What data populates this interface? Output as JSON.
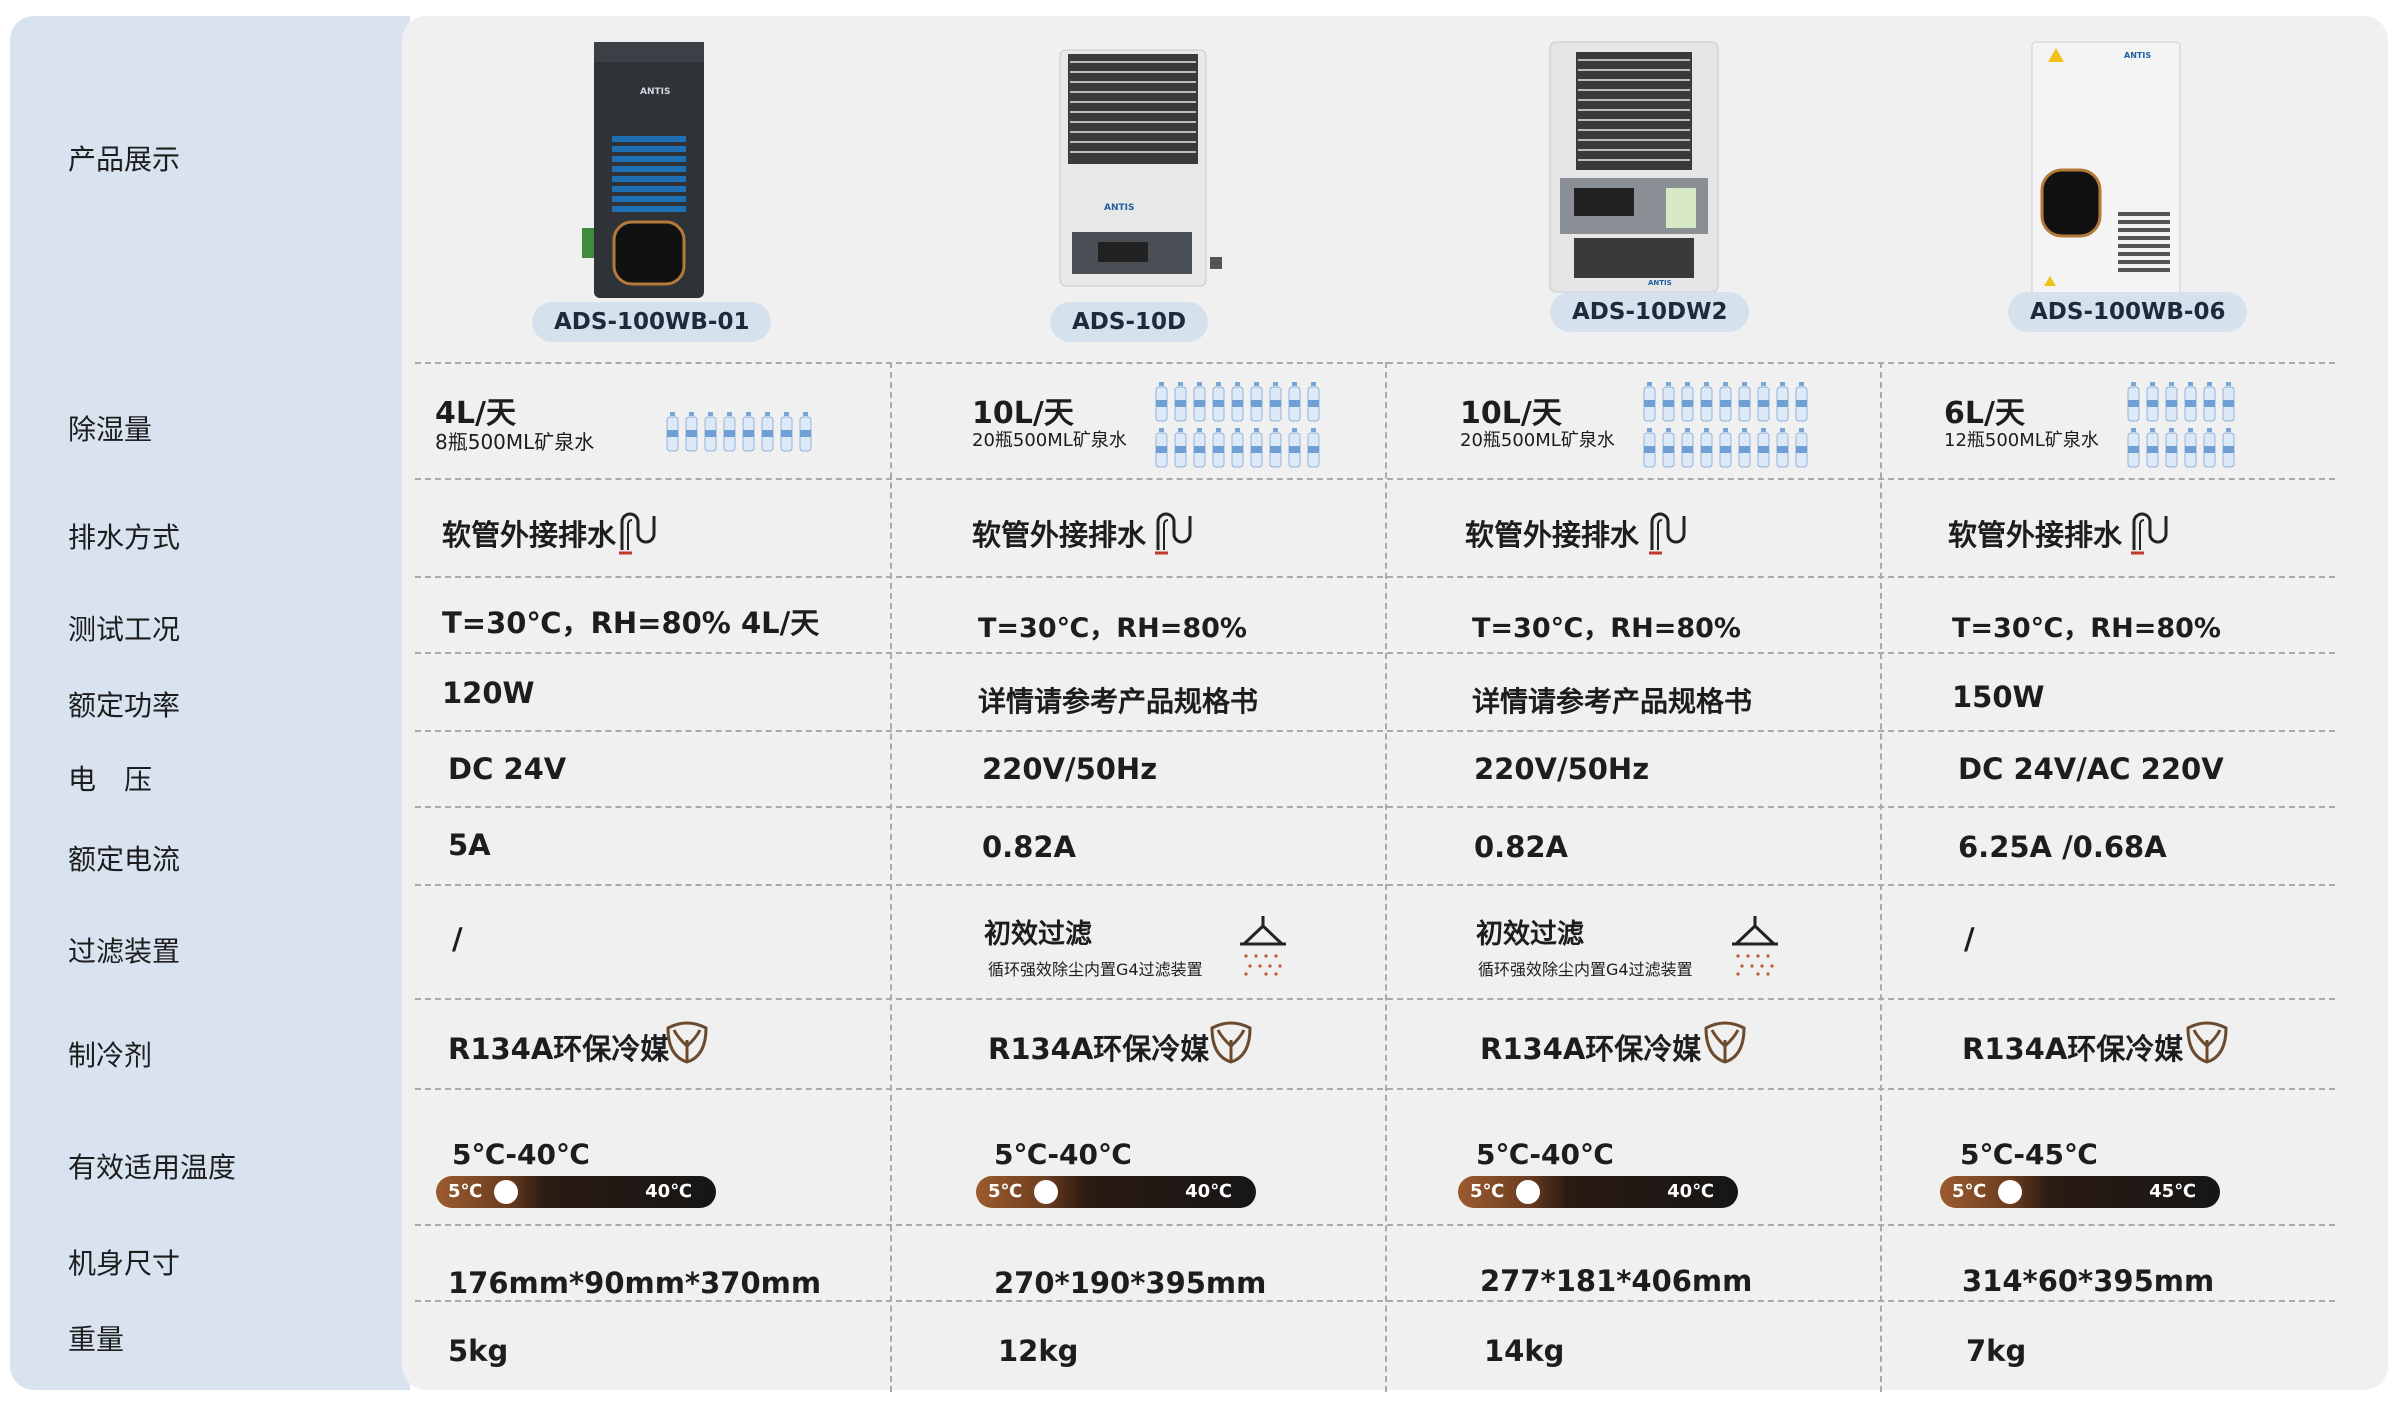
{
  "row_labels": [
    "产品展示",
    "除湿量",
    "排水方式",
    "测试工况",
    "额定功率",
    "电　压",
    "额定电流",
    "过滤装置",
    "制冷剂",
    "有效适用温度",
    "机身尺寸",
    "重量"
  ],
  "products": [
    {
      "model": "ADS-100WB-01",
      "brand": "ANTIS",
      "capacity": "4L/天",
      "capacity_note": "8瓶500ML矿泉水",
      "bottles": 8,
      "drain": "软管外接排水",
      "test": "T=30℃，RH=80%  4L/天",
      "power": "120W",
      "voltage": "DC 24V",
      "current": "5A",
      "filter_title": "/",
      "filter_note": "",
      "refrigerant": "R134A环保冷媒",
      "temp_range": "5℃-40℃",
      "temp_low": "5℃",
      "temp_high": "40℃",
      "size": "176mm*90mm*370mm",
      "weight": "5kg"
    },
    {
      "model": "ADS-10D",
      "brand": "ANTIS",
      "capacity": "10L/天",
      "capacity_note": "20瓶500ML矿泉水",
      "bottles": 20,
      "drain": "软管外接排水",
      "test": "T=30℃，RH=80%",
      "power": "详情请参考产品规格书",
      "voltage": "220V/50Hz",
      "current": "0.82A",
      "filter_title": "初效过滤",
      "filter_note": "循环强效除尘内置G4过滤装置",
      "refrigerant": "R134A环保冷媒",
      "temp_range": "5℃-40℃",
      "temp_low": "5℃",
      "temp_high": "40℃",
      "size": "270*190*395mm",
      "weight": "12kg"
    },
    {
      "model": "ADS-10DW2",
      "brand": "ANTIS",
      "capacity": "10L/天",
      "capacity_note": "20瓶500ML矿泉水",
      "bottles": 20,
      "drain": "软管外接排水",
      "test": "T=30℃，RH=80%",
      "power": "详情请参考产品规格书",
      "voltage": "220V/50Hz",
      "current": "0.82A",
      "filter_title": "初效过滤",
      "filter_note": "循环强效除尘内置G4过滤装置",
      "refrigerant": "R134A环保冷媒",
      "temp_range": "5℃-40℃",
      "temp_low": "5℃",
      "temp_high": "40℃",
      "size": "277*181*406mm",
      "weight": "14kg"
    },
    {
      "model": "ADS-100WB-06",
      "brand": "ANTIS",
      "capacity": "6L/天",
      "capacity_note": "12瓶500ML矿泉水",
      "bottles": 12,
      "drain": "软管外接排水",
      "test": "T=30℃，RH=80%",
      "power": "150W",
      "voltage": "DC 24V/AC 220V",
      "current": "6.25A /0.68A",
      "filter_title": "/",
      "filter_note": "",
      "refrigerant": "R134A环保冷媒",
      "temp_range": "5℃-45℃",
      "temp_low": "5℃",
      "temp_high": "45℃",
      "size": "314*60*395mm",
      "weight": "7kg"
    }
  ],
  "colors": {
    "label_bg": "#d8e3ef",
    "panel_bg": "#f0f0f0",
    "pill_bg": "#d6e1ee",
    "bar_dark": "#161616",
    "bar_warm": "#9c5b2e",
    "icon_brown": "#6b4a2e"
  }
}
